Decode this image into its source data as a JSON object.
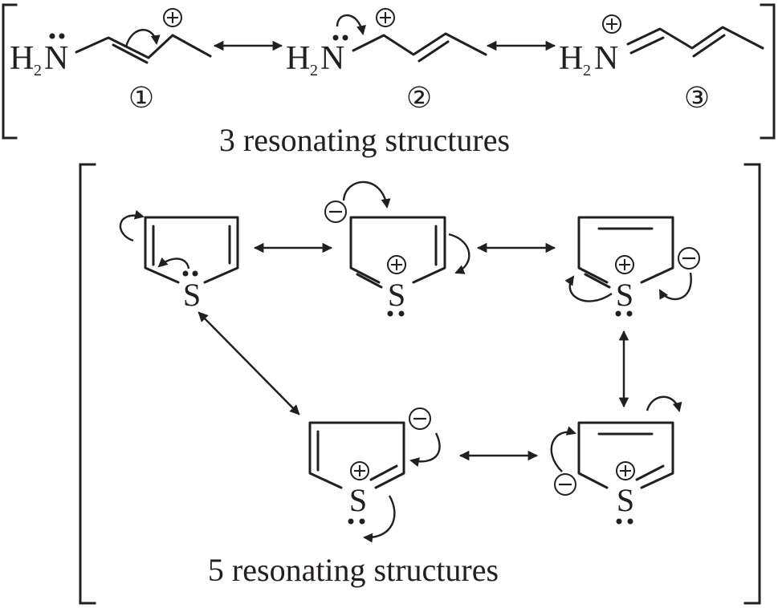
{
  "atoms": {
    "nitrogen": "N",
    "h2_h": "H",
    "h2_sub": "2",
    "sulfur": "S"
  },
  "labels": {
    "structure_1": "①",
    "structure_2": "②",
    "structure_3": "③"
  },
  "captions": {
    "top": "3 resonating structures",
    "bottom": "5 resonating structures"
  },
  "colors": {
    "ink": "#231f20",
    "background": "#ffffff"
  }
}
